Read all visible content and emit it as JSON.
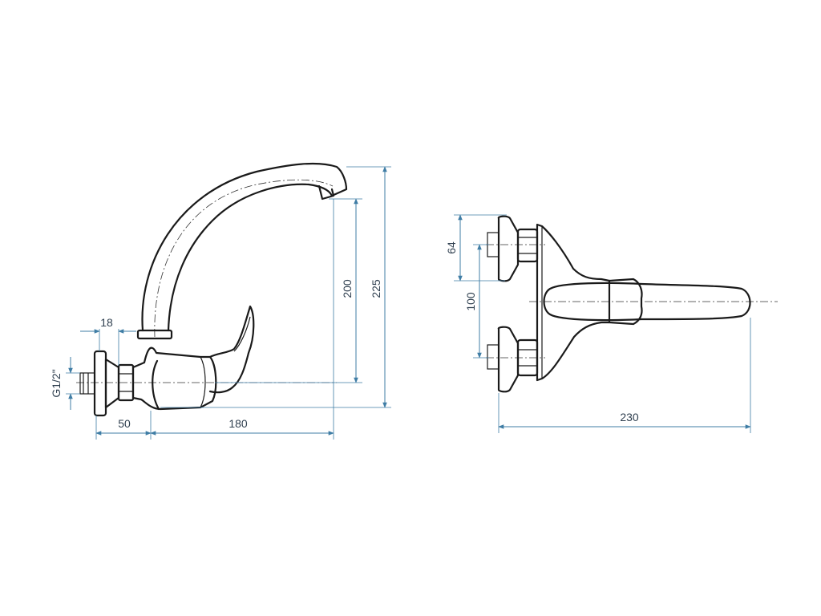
{
  "dimensions": {
    "thread": "G1/2\"",
    "outlet_offset": "18",
    "wall_to_body": "50",
    "spout_reach": "180",
    "spout_height": "200",
    "total_height": "225",
    "top_section": "64",
    "inlet_spacing": "100",
    "total_width": "230"
  },
  "colors": {
    "dimension_line": "#3f7da5",
    "outline": "#1a1a1a"
  }
}
